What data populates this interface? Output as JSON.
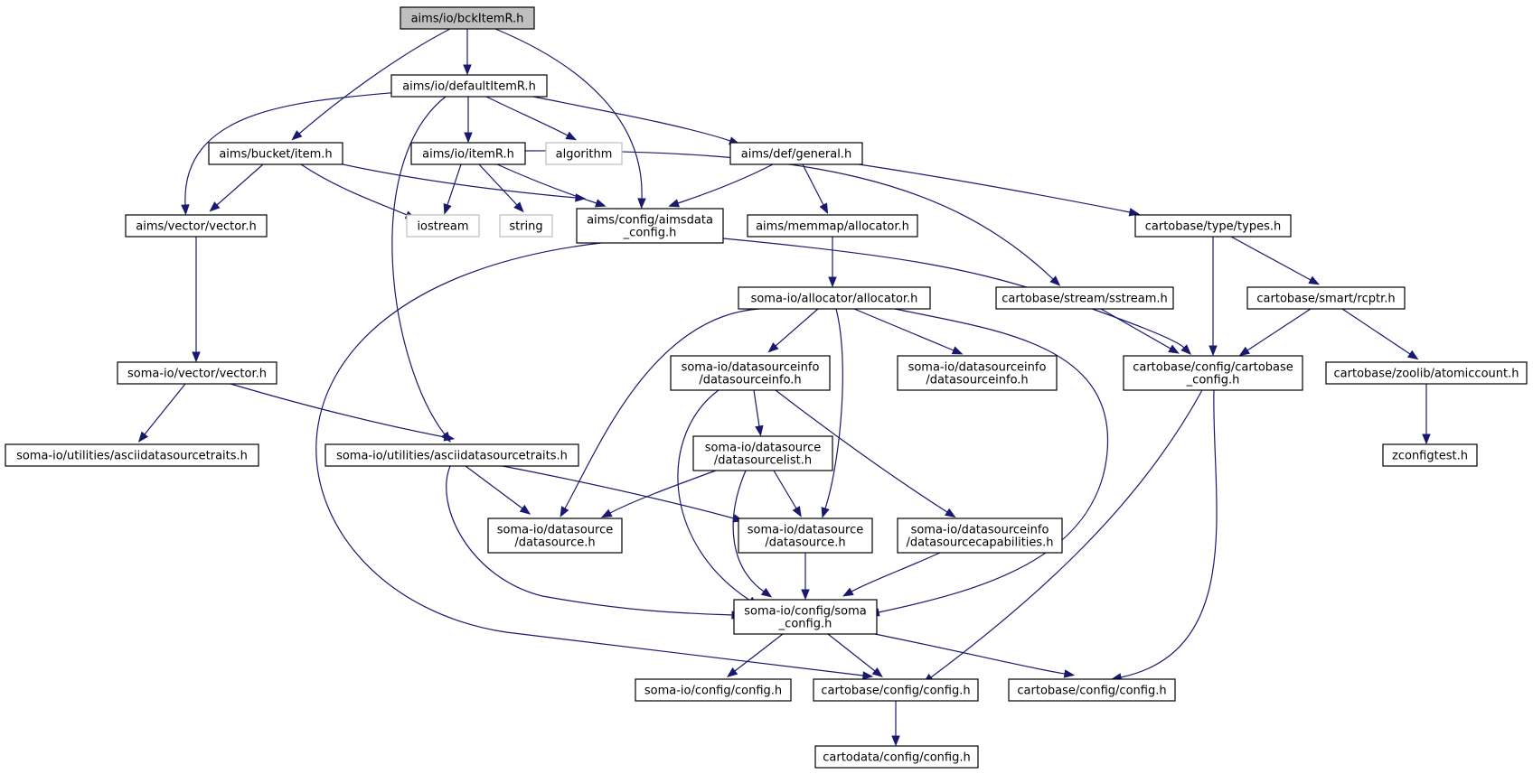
{
  "colors": {
    "edge": "#191970",
    "node_border": "#000000",
    "node_border_external": "#bfbfbf",
    "root_fill": "#bfbfbf",
    "node_fill": "#ffffff"
  },
  "nodes": [
    {
      "id": "bckItemR",
      "lines": [
        "aims/io/bckItemR.h"
      ],
      "kind": "root"
    },
    {
      "id": "defaultItemR",
      "lines": [
        "aims/io/defaultItemR.h"
      ],
      "kind": "normal"
    },
    {
      "id": "bucketItem",
      "lines": [
        "aims/bucket/item.h"
      ],
      "kind": "normal"
    },
    {
      "id": "itemR",
      "lines": [
        "aims/io/itemR.h"
      ],
      "kind": "normal"
    },
    {
      "id": "algorithm",
      "lines": [
        "algorithm"
      ],
      "kind": "external"
    },
    {
      "id": "general",
      "lines": [
        "aims/def/general.h"
      ],
      "kind": "normal"
    },
    {
      "id": "aimsVector",
      "lines": [
        "aims/vector/vector.h"
      ],
      "kind": "normal"
    },
    {
      "id": "iostream",
      "lines": [
        "iostream"
      ],
      "kind": "external"
    },
    {
      "id": "string",
      "lines": [
        "string"
      ],
      "kind": "external"
    },
    {
      "id": "aimsdataConfig",
      "lines": [
        "aims/config/aimsdata",
        "_config.h"
      ],
      "kind": "normal"
    },
    {
      "id": "memmapAlloc",
      "lines": [
        "aims/memmap/allocator.h"
      ],
      "kind": "normal"
    },
    {
      "id": "types",
      "lines": [
        "cartobase/type/types.h"
      ],
      "kind": "normal"
    },
    {
      "id": "somaAlloc",
      "lines": [
        "soma-io/allocator/allocator.h"
      ],
      "kind": "normal"
    },
    {
      "id": "sstream",
      "lines": [
        "cartobase/stream/sstream.h"
      ],
      "kind": "normal"
    },
    {
      "id": "rcptr",
      "lines": [
        "cartobase/smart/rcptr.h"
      ],
      "kind": "normal"
    },
    {
      "id": "somaVector",
      "lines": [
        "soma-io/vector/vector.h"
      ],
      "kind": "normal"
    },
    {
      "id": "dsinfo1",
      "lines": [
        "soma-io/datasourceinfo",
        "/datasourceinfo.h"
      ],
      "kind": "normal"
    },
    {
      "id": "dsinfo2",
      "lines": [
        "soma-io/datasourceinfo",
        "/datasourceinfo.h"
      ],
      "kind": "normal"
    },
    {
      "id": "cartoConfigCarto",
      "lines": [
        "cartobase/config/cartobase",
        "_config.h"
      ],
      "kind": "normal"
    },
    {
      "id": "atomic",
      "lines": [
        "cartobase/zoolib/atomiccount.h"
      ],
      "kind": "normal"
    },
    {
      "id": "adtraits1",
      "lines": [
        "soma-io/utilities/asciidatasourcetraits.h"
      ],
      "kind": "normal"
    },
    {
      "id": "adtraits2",
      "lines": [
        "soma-io/utilities/asciidatasourcetraits.h"
      ],
      "kind": "normal"
    },
    {
      "id": "dslist",
      "lines": [
        "soma-io/datasource",
        "/datasourcelist.h"
      ],
      "kind": "normal"
    },
    {
      "id": "zconfig",
      "lines": [
        "zconfigtest.h"
      ],
      "kind": "normal"
    },
    {
      "id": "ds1",
      "lines": [
        "soma-io/datasource",
        "/datasource.h"
      ],
      "kind": "normal"
    },
    {
      "id": "ds2",
      "lines": [
        "soma-io/datasource",
        "/datasource.h"
      ],
      "kind": "normal"
    },
    {
      "id": "dscap",
      "lines": [
        "soma-io/datasourceinfo",
        "/datasourcecapabilities.h"
      ],
      "kind": "normal"
    },
    {
      "id": "somaConfig",
      "lines": [
        "soma-io/config/soma",
        "_config.h"
      ],
      "kind": "normal"
    },
    {
      "id": "somaConfigH",
      "lines": [
        "soma-io/config/config.h"
      ],
      "kind": "normal"
    },
    {
      "id": "cartoConfig1",
      "lines": [
        "cartobase/config/config.h"
      ],
      "kind": "normal"
    },
    {
      "id": "cartoConfig2",
      "lines": [
        "cartobase/config/config.h"
      ],
      "kind": "normal"
    },
    {
      "id": "cartodataConfig",
      "lines": [
        "cartodata/config/config.h"
      ],
      "kind": "normal"
    }
  ],
  "edges": [
    [
      "bckItemR",
      "defaultItemR"
    ],
    [
      "bckItemR",
      "bucketItem"
    ],
    [
      "bckItemR",
      "aimsdataConfig"
    ],
    [
      "defaultItemR",
      "aimsVector"
    ],
    [
      "defaultItemR",
      "itemR"
    ],
    [
      "defaultItemR",
      "algorithm"
    ],
    [
      "defaultItemR",
      "general"
    ],
    [
      "defaultItemR",
      "adtraits2"
    ],
    [
      "bucketItem",
      "aimsVector"
    ],
    [
      "bucketItem",
      "iostream"
    ],
    [
      "bucketItem",
      "aimsdataConfig"
    ],
    [
      "itemR",
      "iostream"
    ],
    [
      "itemR",
      "string"
    ],
    [
      "itemR",
      "aimsdataConfig"
    ],
    [
      "itemR",
      "sstream"
    ],
    [
      "general",
      "aimsdataConfig"
    ],
    [
      "general",
      "memmapAlloc"
    ],
    [
      "general",
      "types"
    ],
    [
      "aimsVector",
      "somaVector"
    ],
    [
      "aimsdataConfig",
      "cartoConfigCarto"
    ],
    [
      "aimsdataConfig",
      "cartoConfig1"
    ],
    [
      "memmapAlloc",
      "somaAlloc"
    ],
    [
      "types",
      "cartoConfigCarto"
    ],
    [
      "types",
      "rcptr"
    ],
    [
      "somaAlloc",
      "dsinfo1"
    ],
    [
      "somaAlloc",
      "dsinfo2"
    ],
    [
      "somaAlloc",
      "ds1"
    ],
    [
      "somaAlloc",
      "ds2"
    ],
    [
      "somaAlloc",
      "somaConfig"
    ],
    [
      "sstream",
      "cartoConfigCarto"
    ],
    [
      "rcptr",
      "cartoConfigCarto"
    ],
    [
      "rcptr",
      "atomic"
    ],
    [
      "somaVector",
      "adtraits1"
    ],
    [
      "somaVector",
      "adtraits2"
    ],
    [
      "dsinfo1",
      "dslist"
    ],
    [
      "dsinfo1",
      "dscap"
    ],
    [
      "dsinfo1",
      "somaConfig"
    ],
    [
      "cartoConfigCarto",
      "cartoConfig1"
    ],
    [
      "cartoConfigCarto",
      "cartoConfig2"
    ],
    [
      "atomic",
      "zconfig"
    ],
    [
      "adtraits2",
      "ds1"
    ],
    [
      "adtraits2",
      "ds2"
    ],
    [
      "adtraits2",
      "somaConfig"
    ],
    [
      "dslist",
      "ds1"
    ],
    [
      "dslist",
      "ds2"
    ],
    [
      "dslist",
      "somaConfig"
    ],
    [
      "ds2",
      "somaConfig"
    ],
    [
      "dscap",
      "somaConfig"
    ],
    [
      "somaConfig",
      "somaConfigH"
    ],
    [
      "somaConfig",
      "cartoConfig1"
    ],
    [
      "somaConfig",
      "cartoConfig2"
    ],
    [
      "cartoConfig1",
      "cartodataConfig"
    ]
  ]
}
